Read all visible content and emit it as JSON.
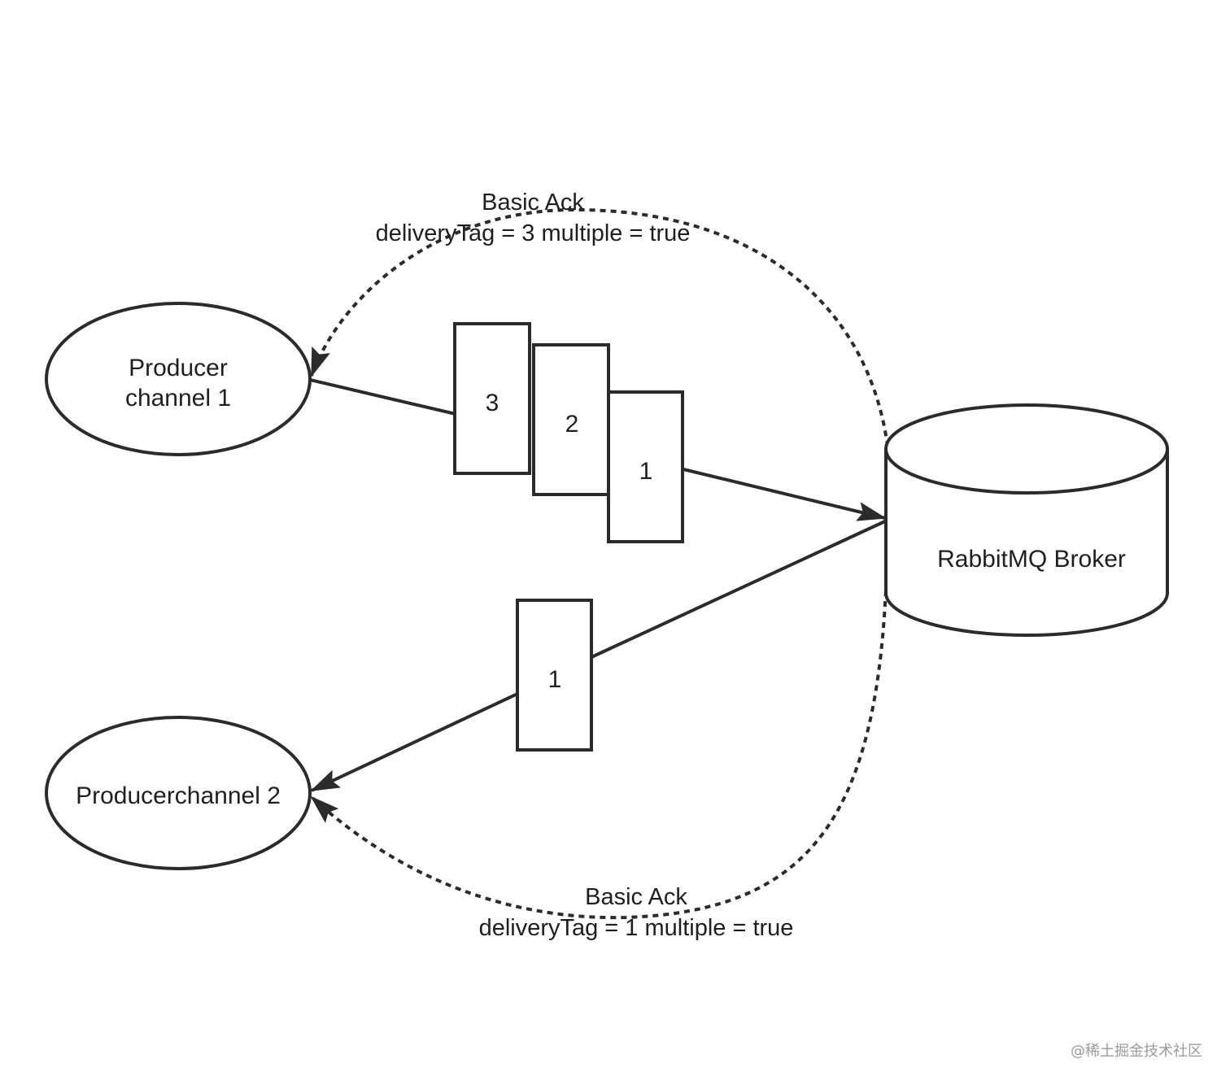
{
  "nodes": {
    "producer1": {
      "line1": "Producer",
      "line2": "channel 1"
    },
    "producer2": {
      "label": "Producerchannel 2"
    },
    "broker": {
      "label": "RabbitMQ Broker"
    }
  },
  "messages": {
    "channel1": [
      "3",
      "2",
      "1"
    ],
    "channel2": [
      "1"
    ]
  },
  "acks": {
    "top": {
      "line1": "Basic Ack",
      "line2": "deliveryTag = 3 multiple = true"
    },
    "bottom": {
      "line1": "Basic Ack",
      "line2": "deliveryTag = 1 multiple = true"
    }
  },
  "watermark": "@稀土掘金技术社区",
  "colors": {
    "stroke": "#2b2b2b",
    "background": "#ffffff",
    "watermark": "#9a9a9a"
  }
}
